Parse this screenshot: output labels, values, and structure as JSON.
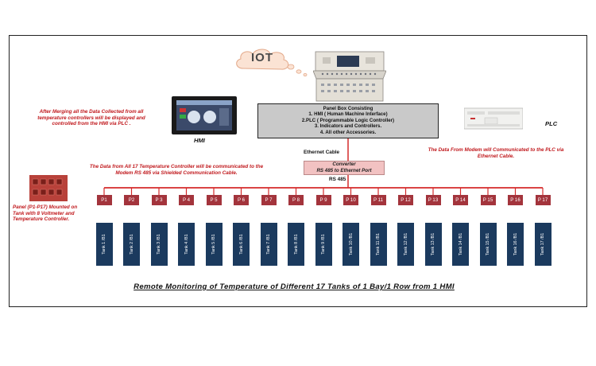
{
  "diagram": {
    "title": "Remote Monitoring of Temperature of Different 17 Tanks of 1 Bay/1 Row  from 1 HMI",
    "iot_label": "IOT",
    "hmi_label": "HMI",
    "plc_label": "PLC",
    "hmi_note": "After Merging all the Data Collected from all temperature controllers will be displayed and controlled from the HMI via PLC .",
    "panel_box": {
      "line1": "Panel Box Consisting",
      "line2": "1. HMI ( Human Machine Interface)",
      "line3": "2.PLC ( Programmable Logic Controller)",
      "line4": "3. Indicators and Controllers.",
      "line5": "4. All other Accessories."
    },
    "plc_note": "The Data From Modem will Communicated to the PLC via Ethernet Cable.",
    "ethernet_label": "Ethernet Cable",
    "converter": {
      "line1": "Converter",
      "line2": "RS 485 to Ethernet Port"
    },
    "rs485_label": "RS 485",
    "temp_note": "The Data from  All 17 Temperature  Controller  will be communicated to the Modem RS 485 via Shielded Communication Cable.",
    "panel_note": "Panel (P1-P17)  Mounted on Tank with    8 Voltmeter and Temperature Controller.",
    "panels": [
      "P1",
      "P2",
      "P 3",
      "P 4",
      "P 5",
      "P 6",
      "P 7",
      "P 8",
      "P 9",
      "P 10",
      "P 11",
      "P 12",
      "P 13",
      "P 14",
      "P 15",
      "P 16",
      "P 17"
    ],
    "tanks": [
      "Tank 1 /B1",
      "Tank 2 /B1",
      "Tank 3 /B1",
      "Tank 4 /B1",
      "Tank 5 /B1",
      "Tank 6 /B1",
      "Tank 7 /B1",
      "Tank 8 /B1",
      "Tank 9 /B1",
      "Tank 10 /B1",
      "Tank 11 /B1",
      "Tank 12 /B1",
      "Tank 13 /B1",
      "Tank 14 /B1",
      "Tank 15 /B1",
      "Tank 16 /B1",
      "Tank 17 /B1"
    ]
  },
  "colors": {
    "bus_line": "#d42a2a",
    "panel_fill": "#a3343c",
    "tank_fill": "#1b3a5e",
    "note_text": "#c0181c"
  }
}
